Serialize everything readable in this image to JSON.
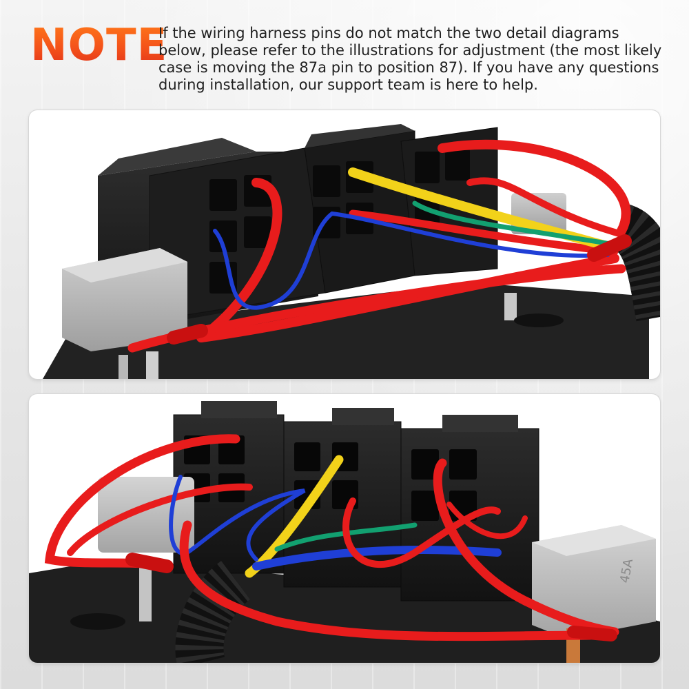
{
  "note": {
    "heading": "NOTE",
    "text": "If the wiring harness pins do not match the two detail diagrams below, please refer to the illustrations for adjustment (the most likely case is moving the 87a pin to position 87). If you have any questions during installation, our support team is here to help."
  },
  "photos": {
    "bottom": {
      "fuse_label": "45A"
    }
  },
  "colors": {
    "note_orange": "#f04a1a",
    "wire_red": "#e81c1c",
    "wire_blue": "#1f3fd6",
    "wire_yellow": "#f2d21a",
    "wire_green": "#12a070",
    "housing_black": "#1c1c1c",
    "fuse_gray": "#bdbdbd"
  }
}
